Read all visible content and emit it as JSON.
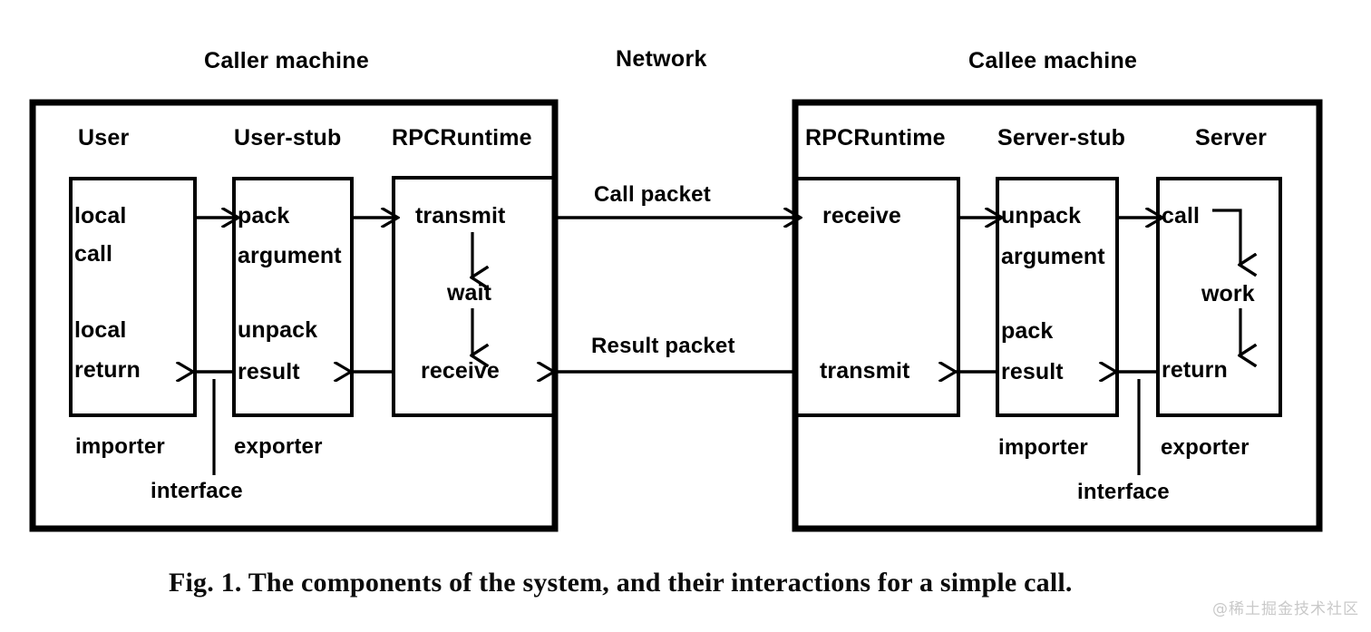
{
  "figure": {
    "caption": "Fig. 1.   The components of the system, and their interactions for a simple call.",
    "watermark": "@稀土掘金技术社区",
    "ink_color": "#000000",
    "background_color": "#ffffff"
  },
  "titles": {
    "caller_machine": "Caller machine",
    "network": "Network",
    "callee_machine": "Callee machine"
  },
  "caller": {
    "columns": [
      {
        "header": "User",
        "steps_top": [
          "local",
          "call"
        ],
        "steps_bottom": [
          "local",
          "return"
        ]
      },
      {
        "header": "User-stub",
        "steps_top": [
          "pack",
          "argument"
        ],
        "steps_bottom": [
          "unpack",
          "result"
        ]
      },
      {
        "header": "RPCRuntime",
        "steps_flow": [
          "transmit",
          "wait",
          "receive"
        ]
      }
    ],
    "annotations": {
      "importer": "importer",
      "exporter": "exporter",
      "interface": "interface"
    }
  },
  "callee": {
    "columns": [
      {
        "header": "RPCRuntime",
        "steps_top": [
          "receive"
        ],
        "steps_bottom": [
          "transmit"
        ]
      },
      {
        "header": "Server-stub",
        "steps_top": [
          "unpack",
          "argument"
        ],
        "steps_bottom": [
          "pack",
          "result"
        ]
      },
      {
        "header": "Server",
        "steps_flow": [
          "call",
          "work",
          "return"
        ]
      }
    ],
    "annotations": {
      "importer": "importer",
      "exporter": "exporter",
      "interface": "interface"
    }
  },
  "network": {
    "call_packet": "Call packet",
    "result_packet": "Result packet"
  }
}
